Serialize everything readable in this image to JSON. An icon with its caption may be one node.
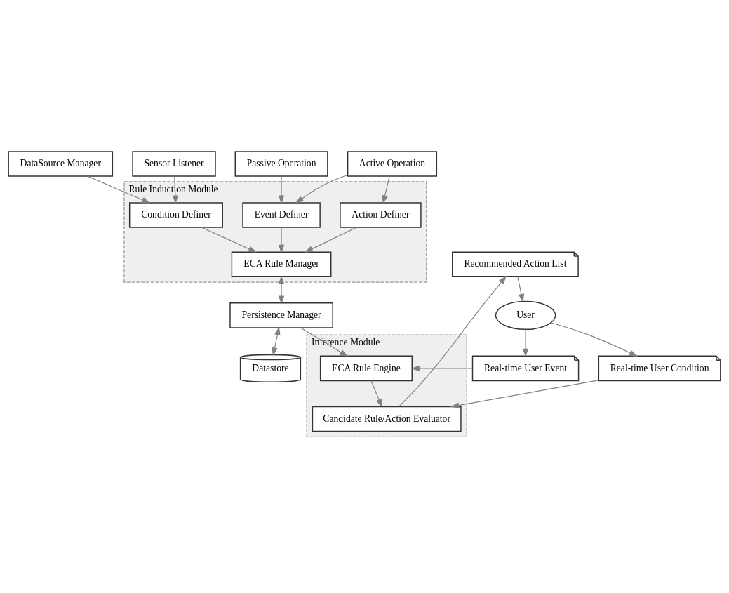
{
  "diagram": {
    "nodes": [
      {
        "text": [
          "DataSource Manager"
        ]
      },
      {
        "text": [
          "Sensor Listener"
        ]
      },
      {
        "text": [
          "Passive Operation"
        ]
      },
      {
        "text": [
          "Active Operation"
        ]
      },
      {
        "text": [
          "Rule Induction Module"
        ]
      },
      {
        "text": [
          "Condition Definer"
        ],
        "in": 4
      },
      {
        "text": [
          "Event Definer"
        ],
        "in": 4
      },
      {
        "text": [
          "Action Definer"
        ],
        "in": 4
      },
      {
        "text": [
          "ECA Rule Manager"
        ],
        "in": 4
      },
      {
        "text": [
          "Persistence Manager"
        ]
      },
      {
        "text": [
          "Datastore"
        ]
      },
      {
        "text": [
          "Inference Module"
        ]
      },
      {
        "text": [
          "ECA Rule Engine"
        ],
        "in": 11
      },
      {
        "text": [
          "Candidate Rule/Action Evaluator"
        ],
        "in": 11
      },
      {
        "text": [
          "Real-time User Event"
        ]
      },
      {
        "text": [
          "Real-time User Condition"
        ]
      },
      {
        "text": [
          "Recommended Action List"
        ]
      },
      {
        "text": [
          "User"
        ]
      }
    ],
    "edges": [
      {
        "from": 0,
        "to": 5,
        "arrow": "to"
      },
      {
        "from": 1,
        "to": 5,
        "arrow": "to"
      },
      {
        "from": 2,
        "to": 6,
        "arrow": "to"
      },
      {
        "from": 3,
        "to": 6,
        "arrow": "to"
      },
      {
        "from": 3,
        "to": 7,
        "arrow": "to"
      },
      {
        "from": 5,
        "to": 8,
        "arrow": "to"
      },
      {
        "from": 6,
        "to": 8,
        "arrow": "to"
      },
      {
        "from": 7,
        "to": 8,
        "arrow": "to"
      },
      {
        "from": 8,
        "to": 9,
        "arrow": "both"
      },
      {
        "from": 9,
        "to": 10,
        "arrow": "both"
      },
      {
        "from": 9,
        "to": 12,
        "arrow": "to"
      },
      {
        "from": 14,
        "to": 12,
        "arrow": "to"
      },
      {
        "from": 12,
        "to": 13,
        "arrow": "to"
      },
      {
        "from": 15,
        "to": 13,
        "arrow": "to"
      },
      {
        "from": 13,
        "to": 16,
        "arrow": "to"
      },
      {
        "from": 16,
        "to": 17,
        "arrow": "to"
      },
      {
        "from": 17,
        "to": 14,
        "arrow": "to"
      },
      {
        "from": 17,
        "to": 15,
        "arrow": "to"
      }
    ]
  }
}
